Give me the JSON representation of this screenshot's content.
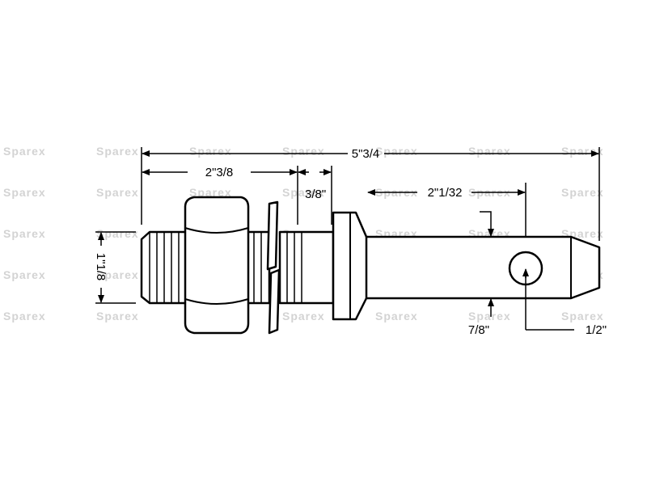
{
  "watermark": {
    "text": "Sparex"
  },
  "dimensions": {
    "overall_length": "5\"3/4",
    "thread_length": "2\"3/8",
    "collar_width": "3/8\"",
    "pin_to_hole": "2\"1/32",
    "thread_diameter": "1\"1/8",
    "pin_diameter": "7/8\"",
    "hole_diameter": "1/2\""
  },
  "colors": {
    "line": "#000000",
    "watermark": "#d3d3d3",
    "background": "#ffffff"
  }
}
